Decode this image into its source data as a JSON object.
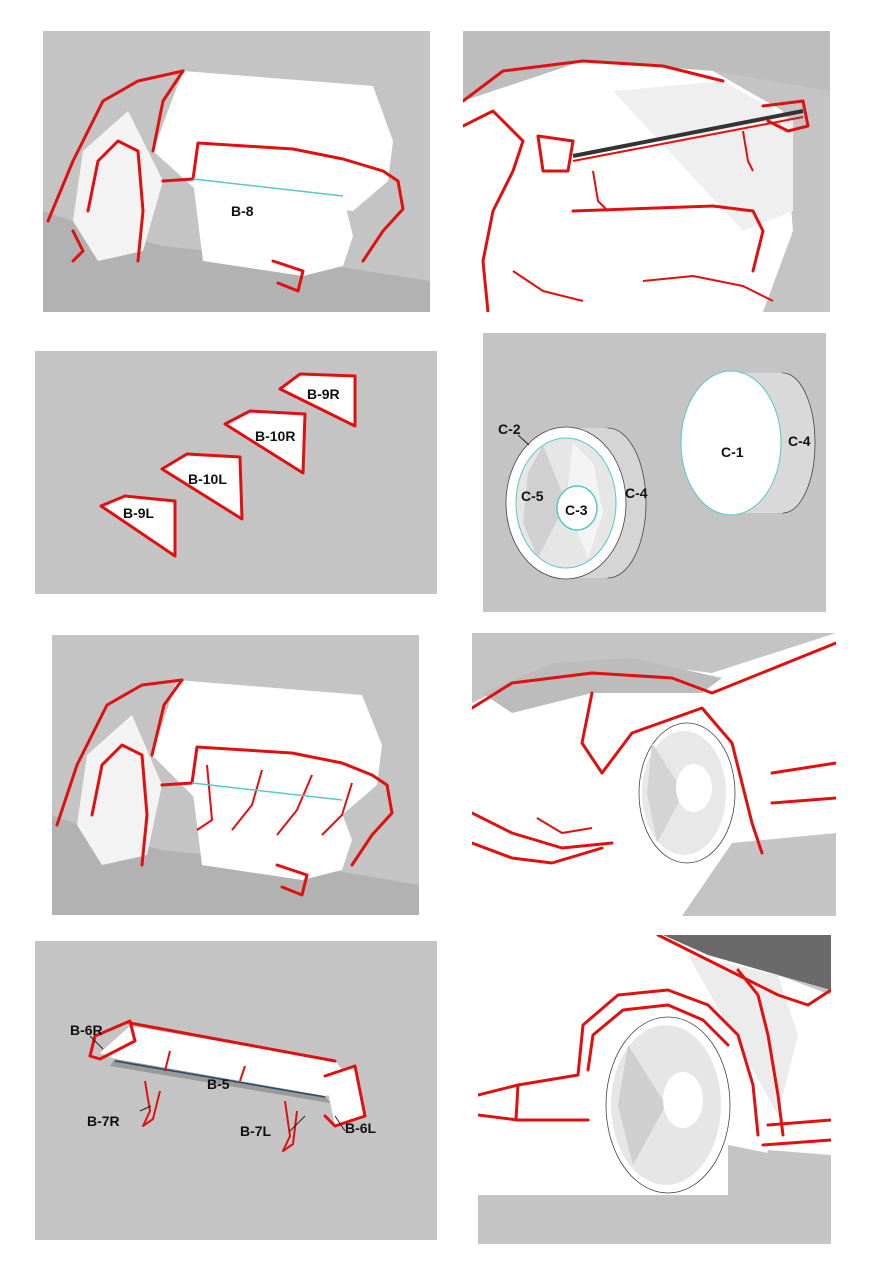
{
  "panels": {
    "p1": {
      "labels": {
        "b8": "B-8"
      }
    },
    "p2": {
      "labels": {}
    },
    "p3": {
      "labels": {
        "b9r": "B-9R",
        "b10r": "B-10R",
        "b10l": "B-10L",
        "b9l": "B-9L"
      }
    },
    "p4": {
      "labels": {
        "c2": "C-2",
        "c1": "C-1",
        "c4a": "C-4",
        "c5": "C-5",
        "c3": "C-3",
        "c4b": "C-4"
      }
    },
    "p5": {
      "labels": {}
    },
    "p6": {
      "labels": {}
    },
    "p7": {
      "labels": {
        "b6r": "B-6R",
        "b5": "B-5",
        "b7r": "B-7R",
        "b7l": "B-7L",
        "b6l": "B-6L"
      }
    },
    "p8": {
      "labels": {}
    }
  },
  "colors": {
    "background": "#c4c4c4",
    "outline": "#e01010",
    "seam": "#58c8c8",
    "surface": "#ffffff"
  }
}
